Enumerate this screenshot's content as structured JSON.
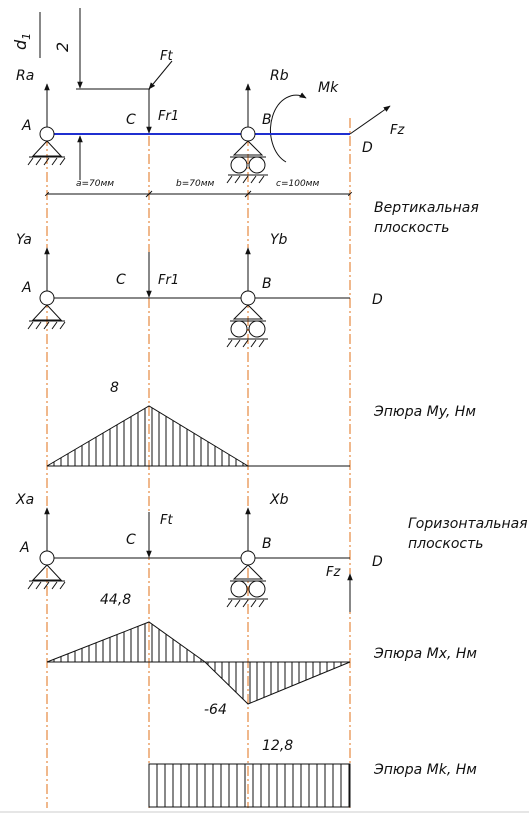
{
  "labels": {
    "d1": "d",
    "d1_sub": "1",
    "two": "2",
    "Ra": "Ra",
    "Rb": "Rb",
    "Mk": "Mk",
    "Ft": "Ft",
    "Fr": "Fr1",
    "Fz": "Fz",
    "A": "A",
    "B": "B",
    "C": "C",
    "D": "D",
    "dim_a": "a=70мм",
    "dim_b": "b=70мм",
    "dim_c": "c=100мм",
    "Ya": "Ya",
    "Yb": "Yb",
    "Xa": "Xa",
    "Xb": "Xb",
    "vertical_plane": [
      "Вертикальная",
      "плоскость"
    ],
    "horizontal_plane": [
      "Горизонтальная",
      "плоскость"
    ],
    "epure_my": "Эпюра My, Нм",
    "epure_mx": "Эпюра Mx, Нм",
    "epure_mk": "Эпюра Mk, Нм"
  },
  "values": {
    "my_c": "8",
    "mx_c": "44,8",
    "mx_b": "-64",
    "mk": "12,8"
  },
  "colors": {
    "shaft_top": "#1f2fd0",
    "axis": "#e0701a",
    "ink": "#111111"
  },
  "diagram_data": {
    "lengths_mm": {
      "a": 70,
      "b": 70,
      "c": 100
    },
    "moment_my": [
      0,
      8,
      0,
      0
    ],
    "moment_mx": [
      0,
      44.8,
      -64,
      0
    ],
    "moment_mk": 12.8
  }
}
